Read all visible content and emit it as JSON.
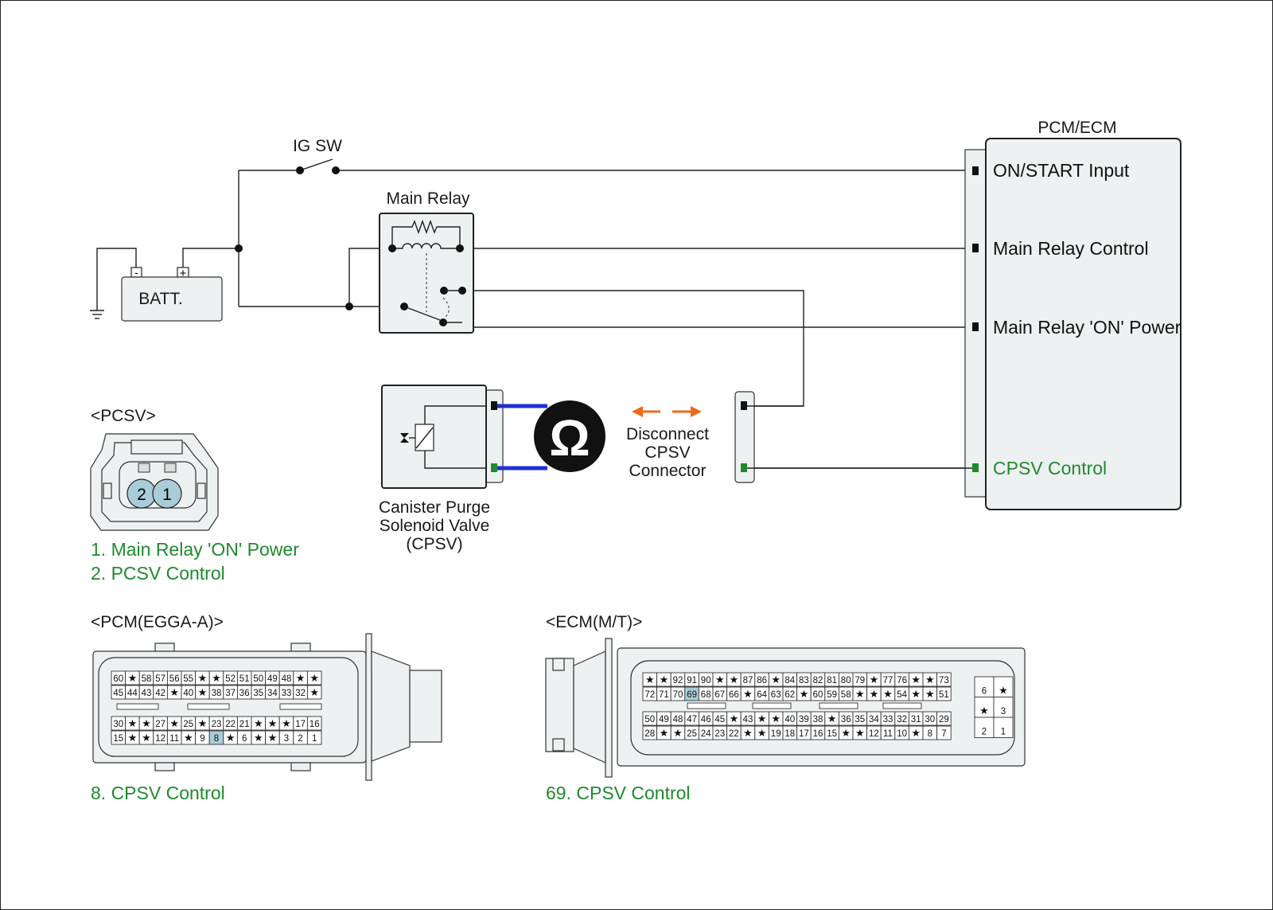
{
  "colors": {
    "wire": "#222222",
    "box_fill": "#eef1f1",
    "label_green": "#1f8a2e",
    "probe_blue": "#1f2fd6",
    "arrow_orange": "#ee6a1c",
    "pin_highlight": "#a9cdd8"
  },
  "labels": {
    "ig_sw": "IG SW",
    "main_relay": "Main Relay",
    "batt": "BATT.",
    "batt_neg": "-",
    "batt_pos": "+",
    "pcm_ecm": "PCM/ECM",
    "on_start_input": "ON/START Input",
    "main_relay_control": "Main Relay Control",
    "main_relay_on_power": "Main Relay 'ON' Power",
    "cpsv_control": "CPSV Control",
    "ohm_icon": "ohmmeter-icon",
    "ohm_symbol": "Ω",
    "disconnect_line1": "Disconnect",
    "disconnect_line2": "CPSV",
    "disconnect_line3": "Connector",
    "canister_line1": "Canister Purge",
    "canister_line2": "Solenoid Valve",
    "canister_line3": "(CPSV)"
  },
  "pcsv_connector": {
    "title": "<PCSV>",
    "pin_left": "2",
    "pin_right": "1",
    "legend": [
      "1. Main Relay 'ON' Power",
      "2. PCSV Control"
    ]
  },
  "pcm_connector": {
    "title": "<PCM(EGGA-A)>",
    "row1": [
      "60",
      "★",
      "58",
      "57",
      "56",
      "55",
      "★",
      "★",
      "52",
      "51",
      "50",
      "49",
      "48",
      "★",
      "★"
    ],
    "row2": [
      "45",
      "44",
      "43",
      "42",
      "★",
      "40",
      "★",
      "38",
      "37",
      "36",
      "35",
      "34",
      "33",
      "32",
      "★"
    ],
    "row3": [
      "30",
      "★",
      "★",
      "27",
      "★",
      "25",
      "★",
      "23",
      "22",
      "21",
      "★",
      "★",
      "★",
      "17",
      "16"
    ],
    "row4": [
      "15",
      "★",
      "★",
      "12",
      "11",
      "★",
      "9",
      "8",
      "★",
      "6",
      "★",
      "★",
      "3",
      "2",
      "1"
    ],
    "highlight_pin": "8",
    "legend": "8. CPSV Control"
  },
  "ecm_connector": {
    "title": "<ECM(M/T)>",
    "row1": [
      "★",
      "★",
      "92",
      "91",
      "90",
      "★",
      "★",
      "87",
      "86",
      "★",
      "84",
      "83",
      "82",
      "81",
      "80",
      "79",
      "★",
      "77",
      "76",
      "★",
      "★",
      "73"
    ],
    "row2": [
      "72",
      "71",
      "70",
      "69",
      "68",
      "67",
      "66",
      "★",
      "64",
      "63",
      "62",
      "★",
      "60",
      "59",
      "58",
      "★",
      "★",
      "★",
      "54",
      "★",
      "★",
      "51"
    ],
    "row3": [
      "50",
      "49",
      "48",
      "47",
      "46",
      "45",
      "★",
      "43",
      "★",
      "★",
      "40",
      "39",
      "38",
      "★",
      "36",
      "35",
      "34",
      "33",
      "32",
      "31",
      "30",
      "29"
    ],
    "row4": [
      "28",
      "★",
      "★",
      "25",
      "24",
      "23",
      "22",
      "★",
      "★",
      "19",
      "18",
      "17",
      "16",
      "15",
      "★",
      "★",
      "12",
      "11",
      "10",
      "★",
      "8",
      "7"
    ],
    "side": [
      [
        "6",
        "★"
      ],
      [
        "★",
        "3"
      ],
      [
        "2",
        "1"
      ]
    ],
    "highlight_pin": "69",
    "legend": "69. CPSV Control"
  }
}
